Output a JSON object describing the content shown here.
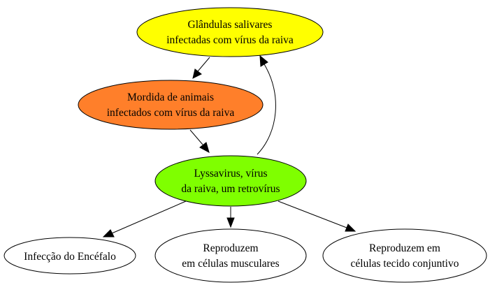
{
  "diagram": {
    "nodes": {
      "glandulas": {
        "line1": "Glândulas salivares",
        "line2": "infectadas com vírus da raiva",
        "fill": "#ffff00"
      },
      "mordida": {
        "line1": "Mordida de animais",
        "line2": "infectados com vírus da raiva",
        "fill": "#ff7f2a"
      },
      "lyssavirus": {
        "line1": "Lyssavirus, vírus",
        "line2": "da raiva, um retrovírus",
        "fill": "#7fff00"
      },
      "encefalo": {
        "line1": "Infecção do Encéfalo",
        "fill": "#ffffff"
      },
      "musculares": {
        "line1": "Reproduzem",
        "line2": "em células musculares",
        "fill": "#ffffff"
      },
      "conjuntivo": {
        "line1": "Reproduzem em",
        "line2": "células tecido conjuntivo",
        "fill": "#ffffff"
      }
    },
    "edges": [
      {
        "from": "glandulas",
        "to": "mordida"
      },
      {
        "from": "mordida",
        "to": "lyssavirus"
      },
      {
        "from": "lyssavirus",
        "to": "glandulas"
      },
      {
        "from": "lyssavirus",
        "to": "encefalo"
      },
      {
        "from": "lyssavirus",
        "to": "musculares"
      },
      {
        "from": "lyssavirus",
        "to": "conjuntivo"
      }
    ]
  }
}
